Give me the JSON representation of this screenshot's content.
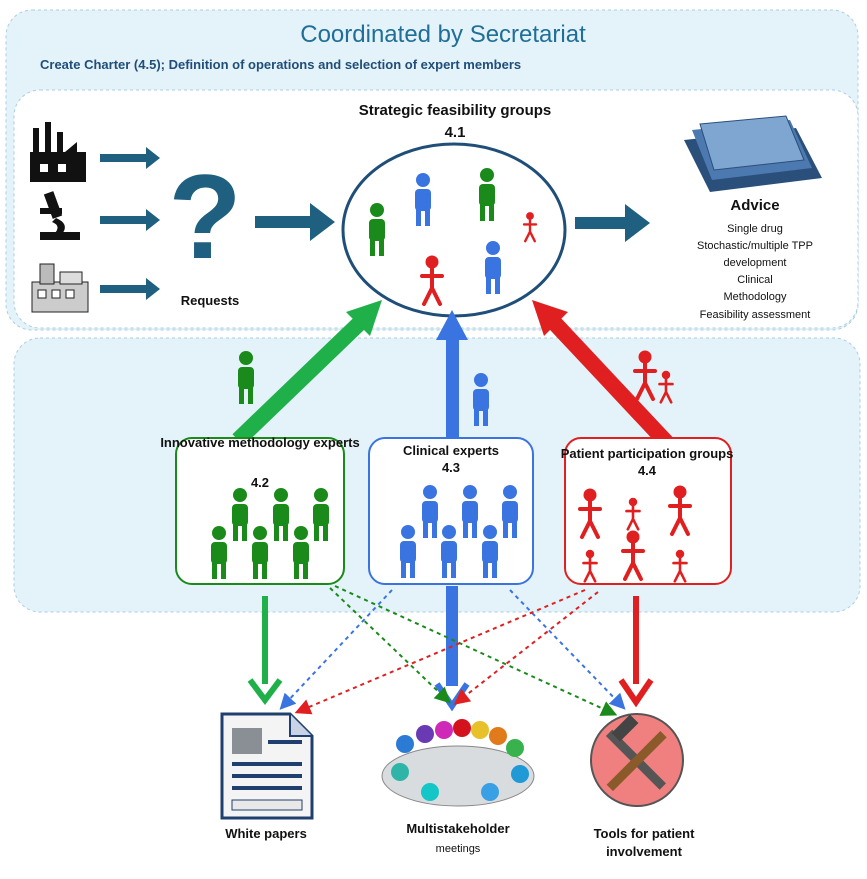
{
  "header": {
    "title": "Coordinated by Secretariat",
    "subtitle": "Create Charter (4.5); Definition of operations and selection of expert members"
  },
  "strategic": {
    "title": "Strategic feasibility groups",
    "number": "4.1"
  },
  "requests_label": "Requests",
  "advice": {
    "title": "Advice",
    "lines": [
      "Single drug",
      "Stochastic/multiple TPP",
      "development",
      "Clinical",
      "Methodology",
      "Feasibility assessment"
    ]
  },
  "groups": [
    {
      "title": "Innovative methodology experts",
      "number": "4.2",
      "color": "#1a8a1a"
    },
    {
      "title": "Clinical experts",
      "number": "4.3",
      "color": "#3a74e0"
    },
    {
      "title": "Patient participation groups",
      "number": "4.4",
      "color": "#e02020"
    }
  ],
  "outputs": [
    {
      "label": "White papers"
    },
    {
      "label": "Multistakeholder",
      "label2": "meetings"
    },
    {
      "label": "Tools for patient",
      "label2": "involvement"
    }
  ],
  "icons": [
    "factory-icon",
    "microscope-icon",
    "lab-building-icon",
    "question-mark-icon",
    "document-stack-icon",
    "white-paper-icon",
    "meeting-table-icon",
    "tools-icon"
  ],
  "colors": {
    "green": "#1a8a1a",
    "blue": "#3a74e0",
    "red": "#e02020",
    "dark_arrow": "#1f5f80",
    "panel_fill": "#e3f1f8"
  }
}
